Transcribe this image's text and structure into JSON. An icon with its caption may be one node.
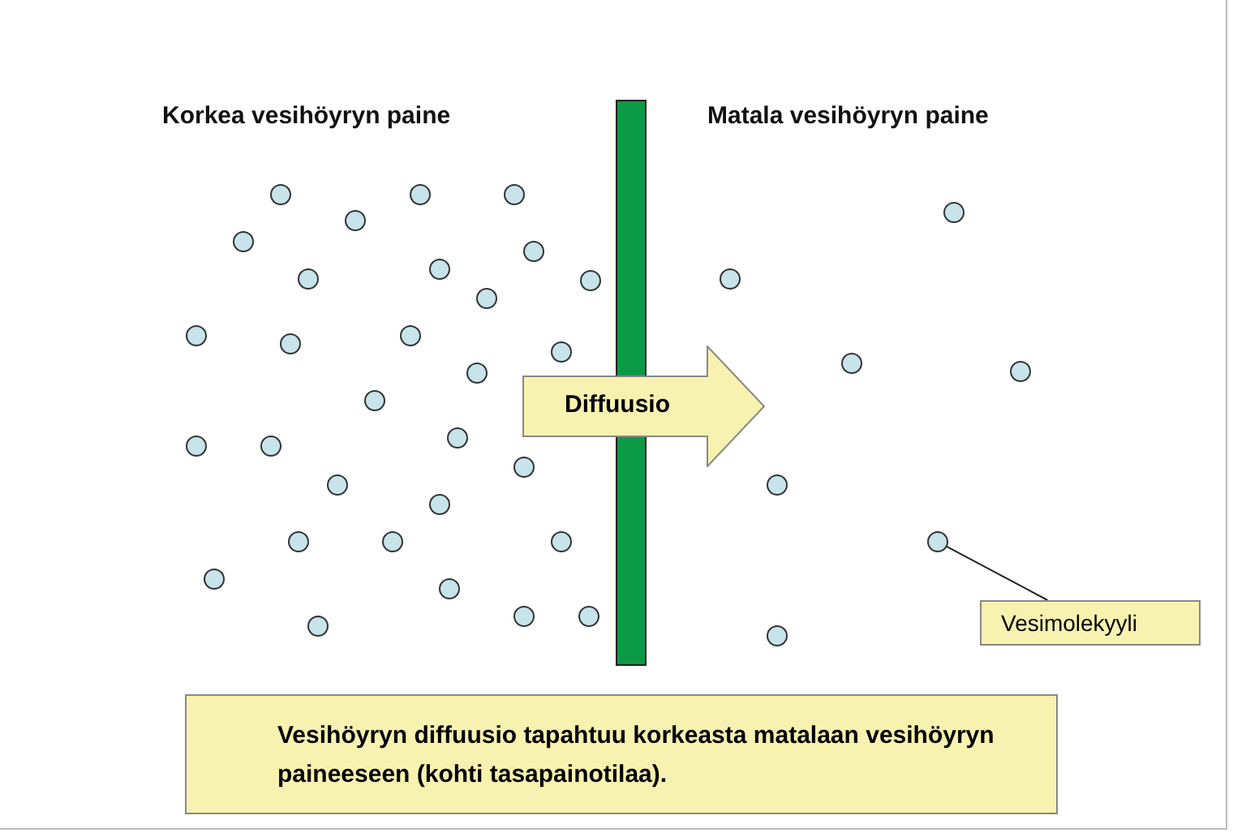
{
  "diagram": {
    "nodes": [
      {
        "text": [
          "Diffuusio"
        ]
      },
      {
        "text": [
          "Vesimolekyyli"
        ]
      },
      {
        "text": [],
        "shape": "circle"
      },
      {
        "text": [
          "Vesihöyryn diffuusio tapahtuu korkeasta matalaan vesihöyryn paineeseen (kohti tasapainotilaa)."
        ]
      }
    ],
    "edges": [
      {
        "from": 1,
        "to": 2,
        "arrow": "none"
      }
    ],
    "labels": [
      "Korkea vesihöyryn paine",
      "Matala vesihöyryn paine"
    ]
  }
}
